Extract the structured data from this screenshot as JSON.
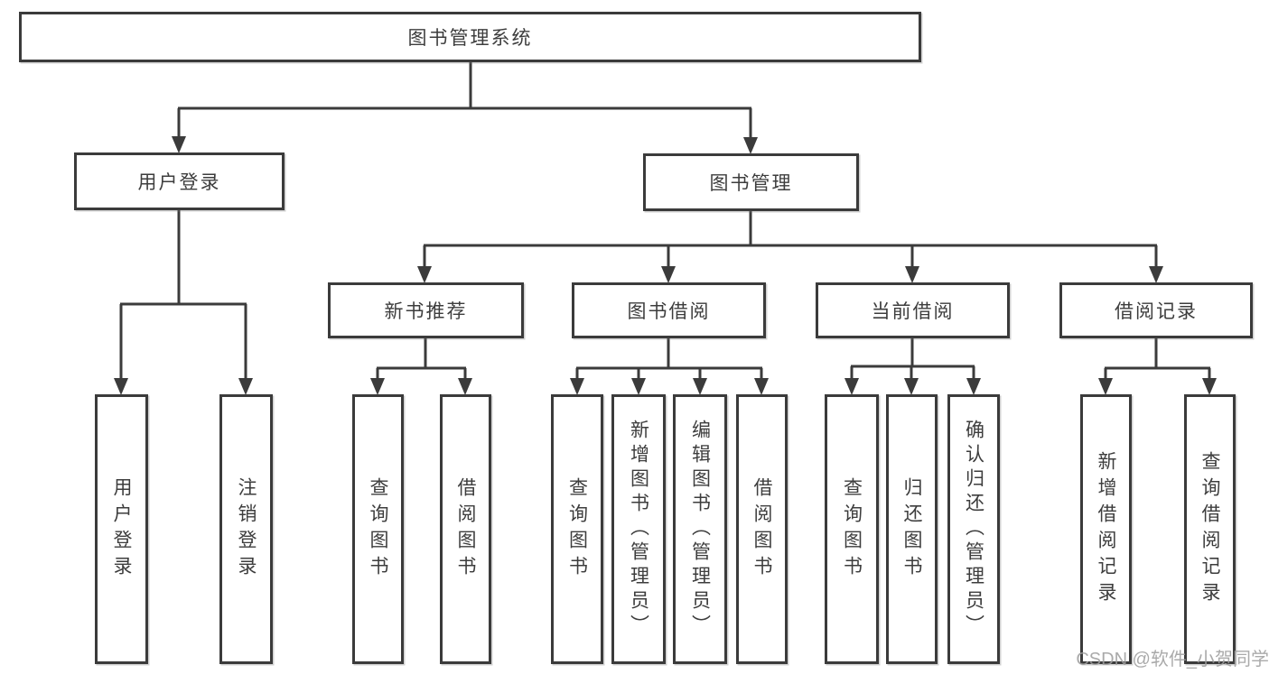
{
  "diagram": {
    "root": {
      "label": "图书管理系统"
    },
    "branches": [
      {
        "label": "用户登录",
        "children": [
          {
            "label": "用户登录"
          },
          {
            "label": "注销登录"
          }
        ]
      },
      {
        "label": "图书管理",
        "modules": [
          {
            "label": "新书推荐",
            "children": [
              {
                "label": "查询图书"
              },
              {
                "label": "借阅图书"
              }
            ]
          },
          {
            "label": "图书借阅",
            "children": [
              {
                "label": "查询图书"
              },
              {
                "label": "新增图书（管理员）"
              },
              {
                "label": "编辑图书（管理员）"
              },
              {
                "label": "借阅图书"
              }
            ]
          },
          {
            "label": "当前借阅",
            "children": [
              {
                "label": "查询图书"
              },
              {
                "label": "归还图书"
              },
              {
                "label": "确认归还（管理员）"
              }
            ]
          },
          {
            "label": "借阅记录",
            "children": [
              {
                "label": "新增借阅记录"
              },
              {
                "label": "查询借阅记录"
              }
            ]
          }
        ]
      }
    ]
  },
  "watermark": {
    "text": "CSDN @软件_小贺同学"
  },
  "colors": {
    "line": "#3b3b3b",
    "box_border": "#3b3b3b",
    "text": "#3d3d3d",
    "watermark": "#9e9e9e",
    "background": "#ffffff"
  }
}
